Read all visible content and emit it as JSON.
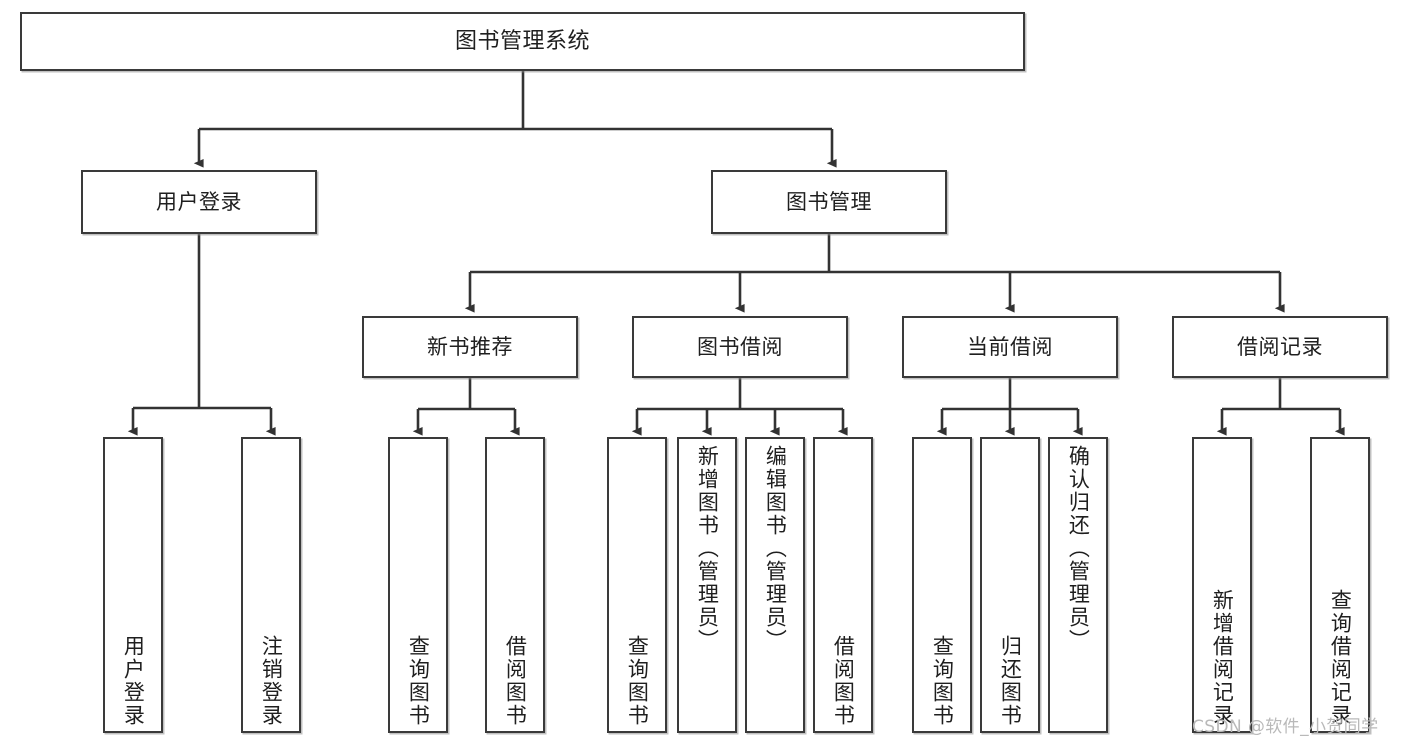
{
  "diagram": {
    "title": "图书管理系统",
    "watermark": "CSDN @软件_小贺同学",
    "nodes": {
      "root": {
        "label": "图书管理系统"
      },
      "level2": [
        {
          "label": "用户登录"
        },
        {
          "label": "图书管理"
        }
      ],
      "level3": [
        {
          "label": "新书推荐"
        },
        {
          "label": "图书借阅"
        },
        {
          "label": "当前借阅"
        },
        {
          "label": "借阅记录"
        }
      ],
      "leaves": {
        "user_login": [
          {
            "label": "用户登录"
          },
          {
            "label": "注销登录"
          }
        ],
        "new_book_rec": [
          {
            "label": "查询图书"
          },
          {
            "label": "借阅图书"
          }
        ],
        "book_borrow": [
          {
            "label": "查询图书"
          },
          {
            "label": "新增图书（管理员）"
          },
          {
            "label": "编辑图书（管理员）"
          },
          {
            "label": "借阅图书"
          }
        ],
        "current_borrow": [
          {
            "label": "查询图书"
          },
          {
            "label": "归还图书"
          },
          {
            "label": "确认归还（管理员）"
          }
        ],
        "borrow_record": [
          {
            "label": "新增借阅记录"
          },
          {
            "label": "查询借阅记录"
          }
        ]
      }
    },
    "colors": {
      "node_border": "#3a3a3a",
      "node_fill": "#ffffff",
      "edge": "#333333",
      "text": "#1f1f1f",
      "watermark": "#b9b9b9"
    }
  }
}
